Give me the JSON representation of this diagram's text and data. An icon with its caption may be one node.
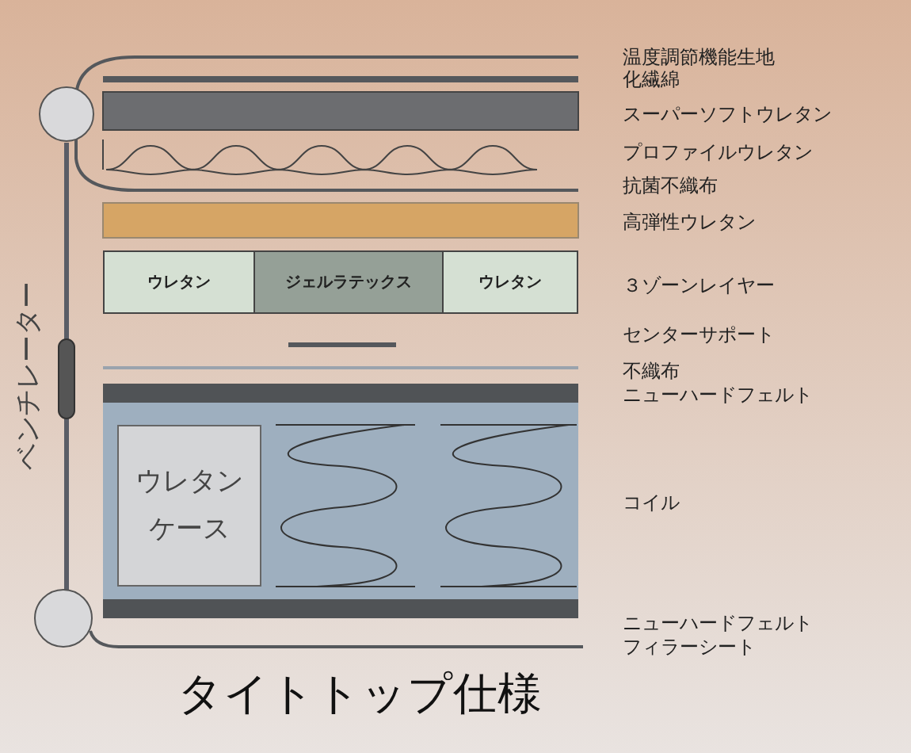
{
  "diagram": {
    "title": "タイトトップ仕様",
    "nodes": [
      {
        "text": [
          "ウレタン"
        ]
      },
      {
        "text": [
          "ジェルラテックス"
        ]
      },
      {
        "text": [
          "ウレタン"
        ]
      },
      {
        "text": [
          "ウレタンケース"
        ]
      }
    ],
    "edges": [],
    "labels": [
      "温度調節機能生地",
      "化繊綿",
      "スーパーソフトウレタン",
      "プロファイルウレタン",
      "抗菌不織布",
      "高弾性ウレタン",
      "３ゾーンレイヤー",
      "センターサポート",
      "不織布",
      "ニューハードフェルト",
      "コイル",
      "ニューハードフェルト",
      "フィラーシート",
      "ベンチレーター"
    ]
  }
}
